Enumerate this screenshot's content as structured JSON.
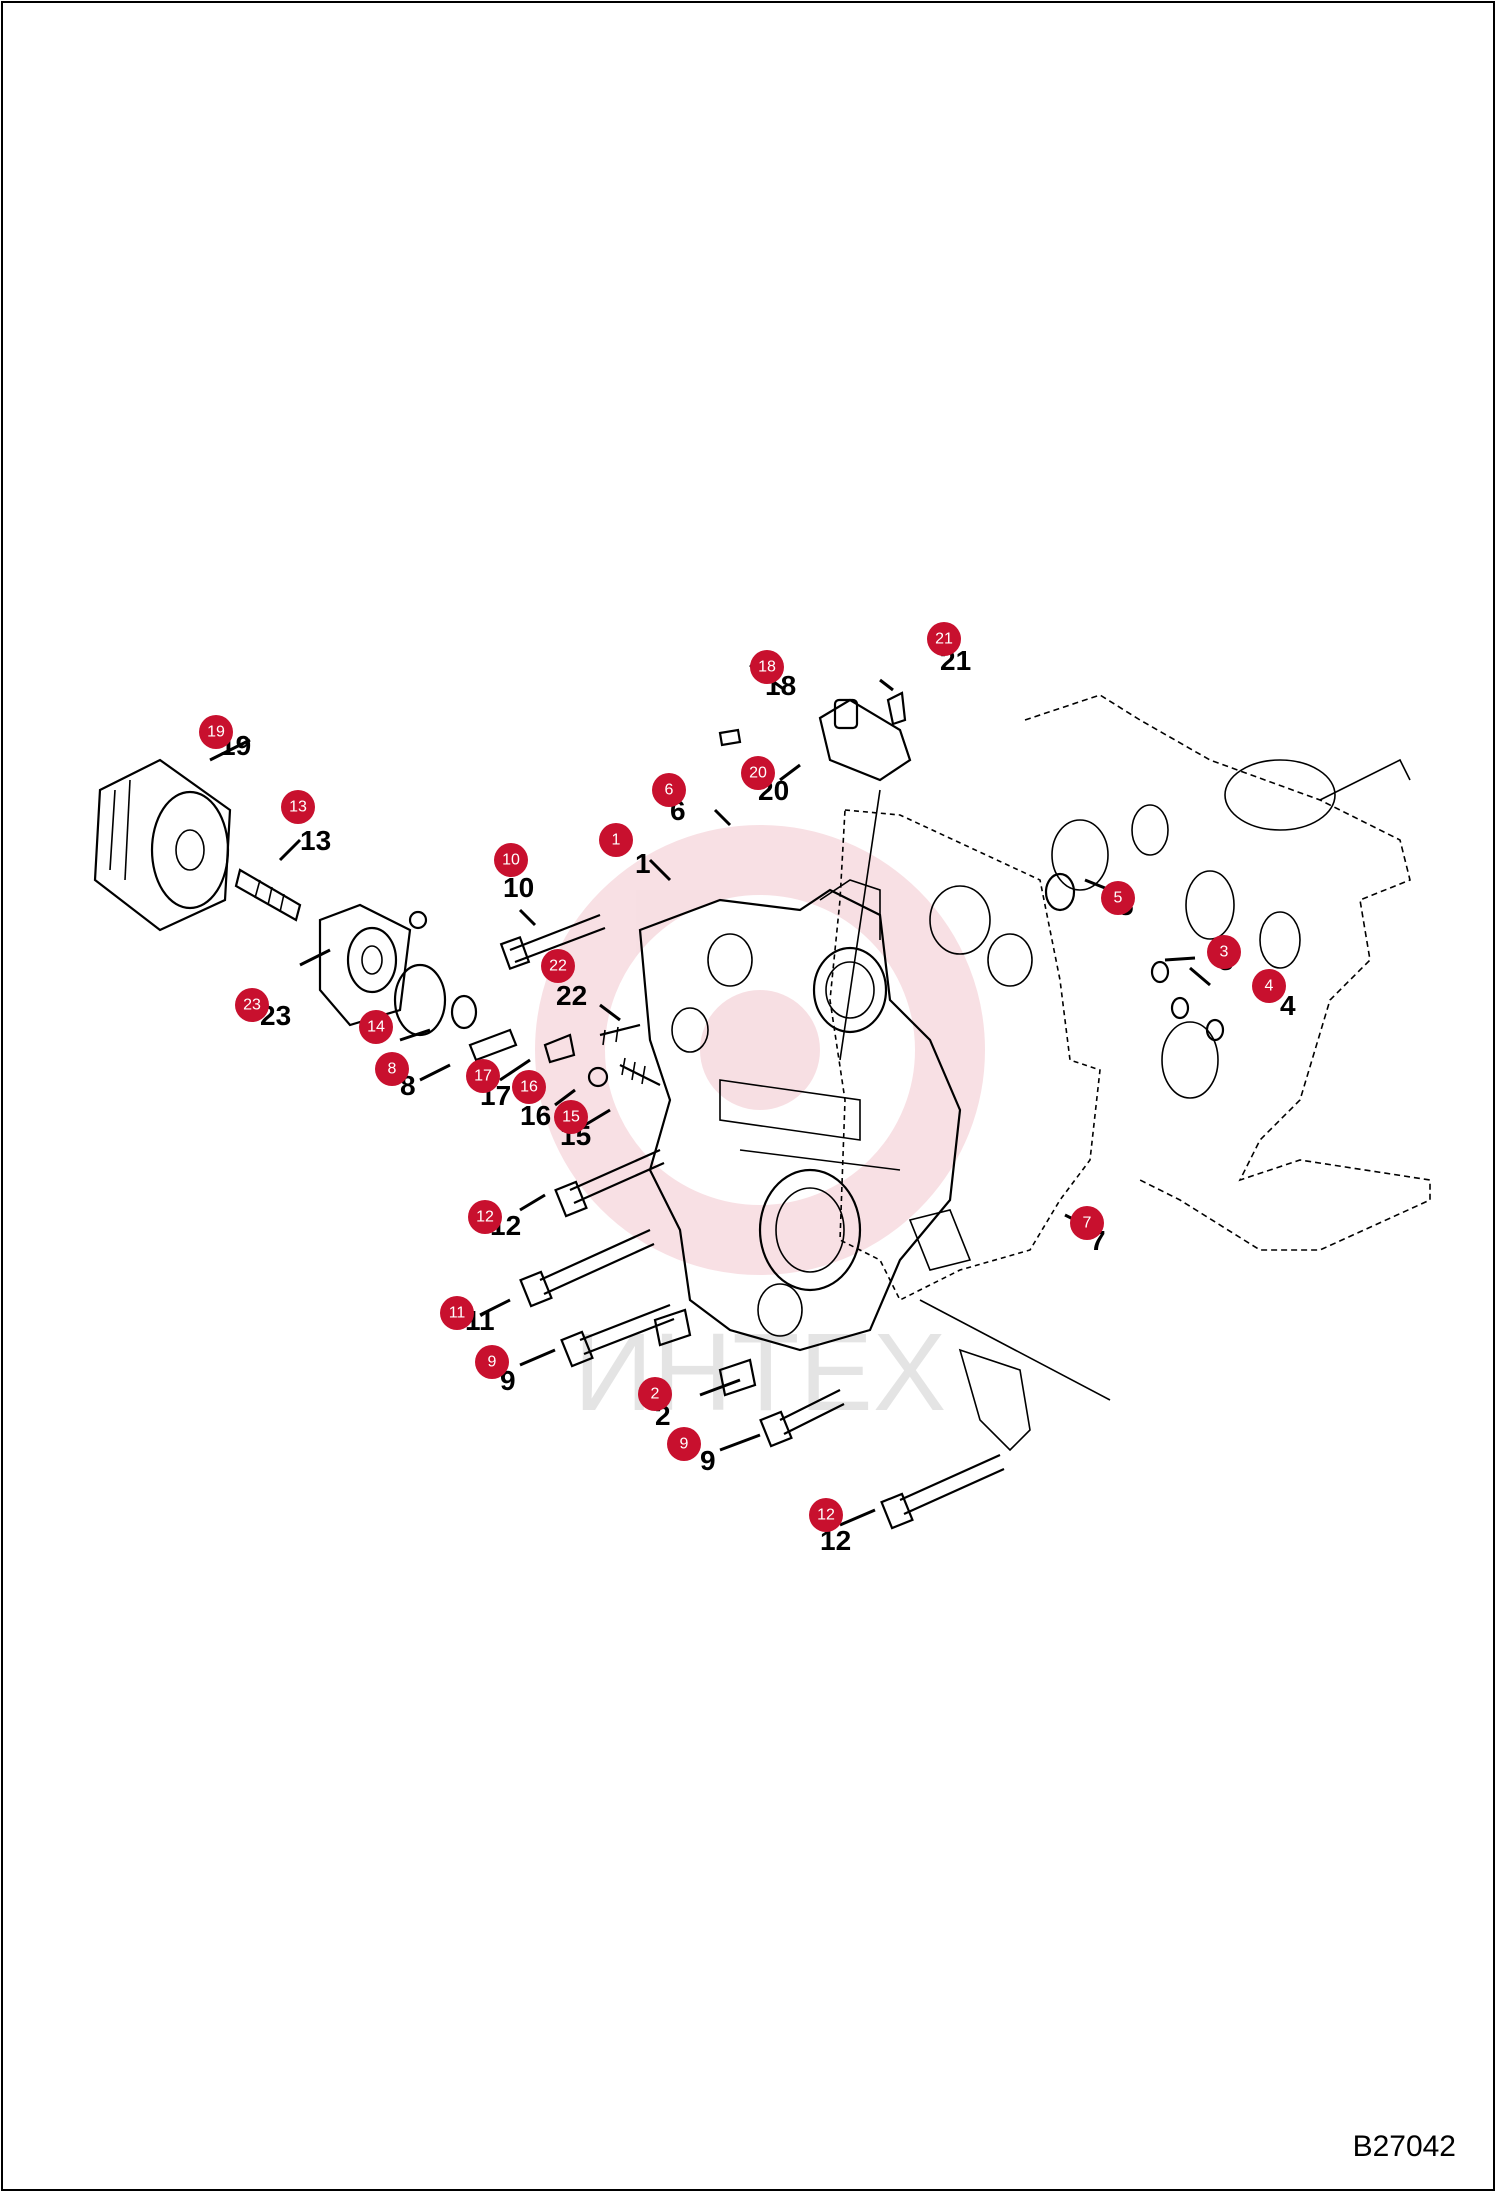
{
  "figure_ref": "B27042",
  "watermark": "ИНТЕХ",
  "accent_color": "#c8102e",
  "callouts": [
    {
      "id": "c1",
      "number": "1",
      "label": "1"
    },
    {
      "id": "c2",
      "number": "2",
      "label": "2"
    },
    {
      "id": "c3",
      "number": "3",
      "label": "3"
    },
    {
      "id": "c4",
      "number": "4",
      "label": "4"
    },
    {
      "id": "c5",
      "number": "5",
      "label": "5"
    },
    {
      "id": "c6",
      "number": "6",
      "label": "6"
    },
    {
      "id": "c7",
      "number": "7",
      "label": "7"
    },
    {
      "id": "c8",
      "number": "8",
      "label": "8"
    },
    {
      "id": "c9a",
      "number": "9",
      "label": "9"
    },
    {
      "id": "c9b",
      "number": "9",
      "label": "9"
    },
    {
      "id": "c10",
      "number": "10",
      "label": "10"
    },
    {
      "id": "c11",
      "number": "11",
      "label": "11"
    },
    {
      "id": "c12a",
      "number": "12",
      "label": "12"
    },
    {
      "id": "c12b",
      "number": "12",
      "label": "12"
    },
    {
      "id": "c13",
      "number": "13",
      "label": "13"
    },
    {
      "id": "c14",
      "number": "14",
      "label": "14"
    },
    {
      "id": "c15",
      "number": "15",
      "label": "15"
    },
    {
      "id": "c16",
      "number": "16",
      "label": "16"
    },
    {
      "id": "c17",
      "number": "17",
      "label": "17"
    },
    {
      "id": "c18",
      "number": "18",
      "label": "18"
    },
    {
      "id": "c19",
      "number": "19",
      "label": "19"
    },
    {
      "id": "c20",
      "number": "20",
      "label": "20"
    },
    {
      "id": "c21",
      "number": "21",
      "label": "21"
    },
    {
      "id": "c22",
      "number": "22",
      "label": "22"
    },
    {
      "id": "c23",
      "number": "23",
      "label": "23"
    }
  ]
}
